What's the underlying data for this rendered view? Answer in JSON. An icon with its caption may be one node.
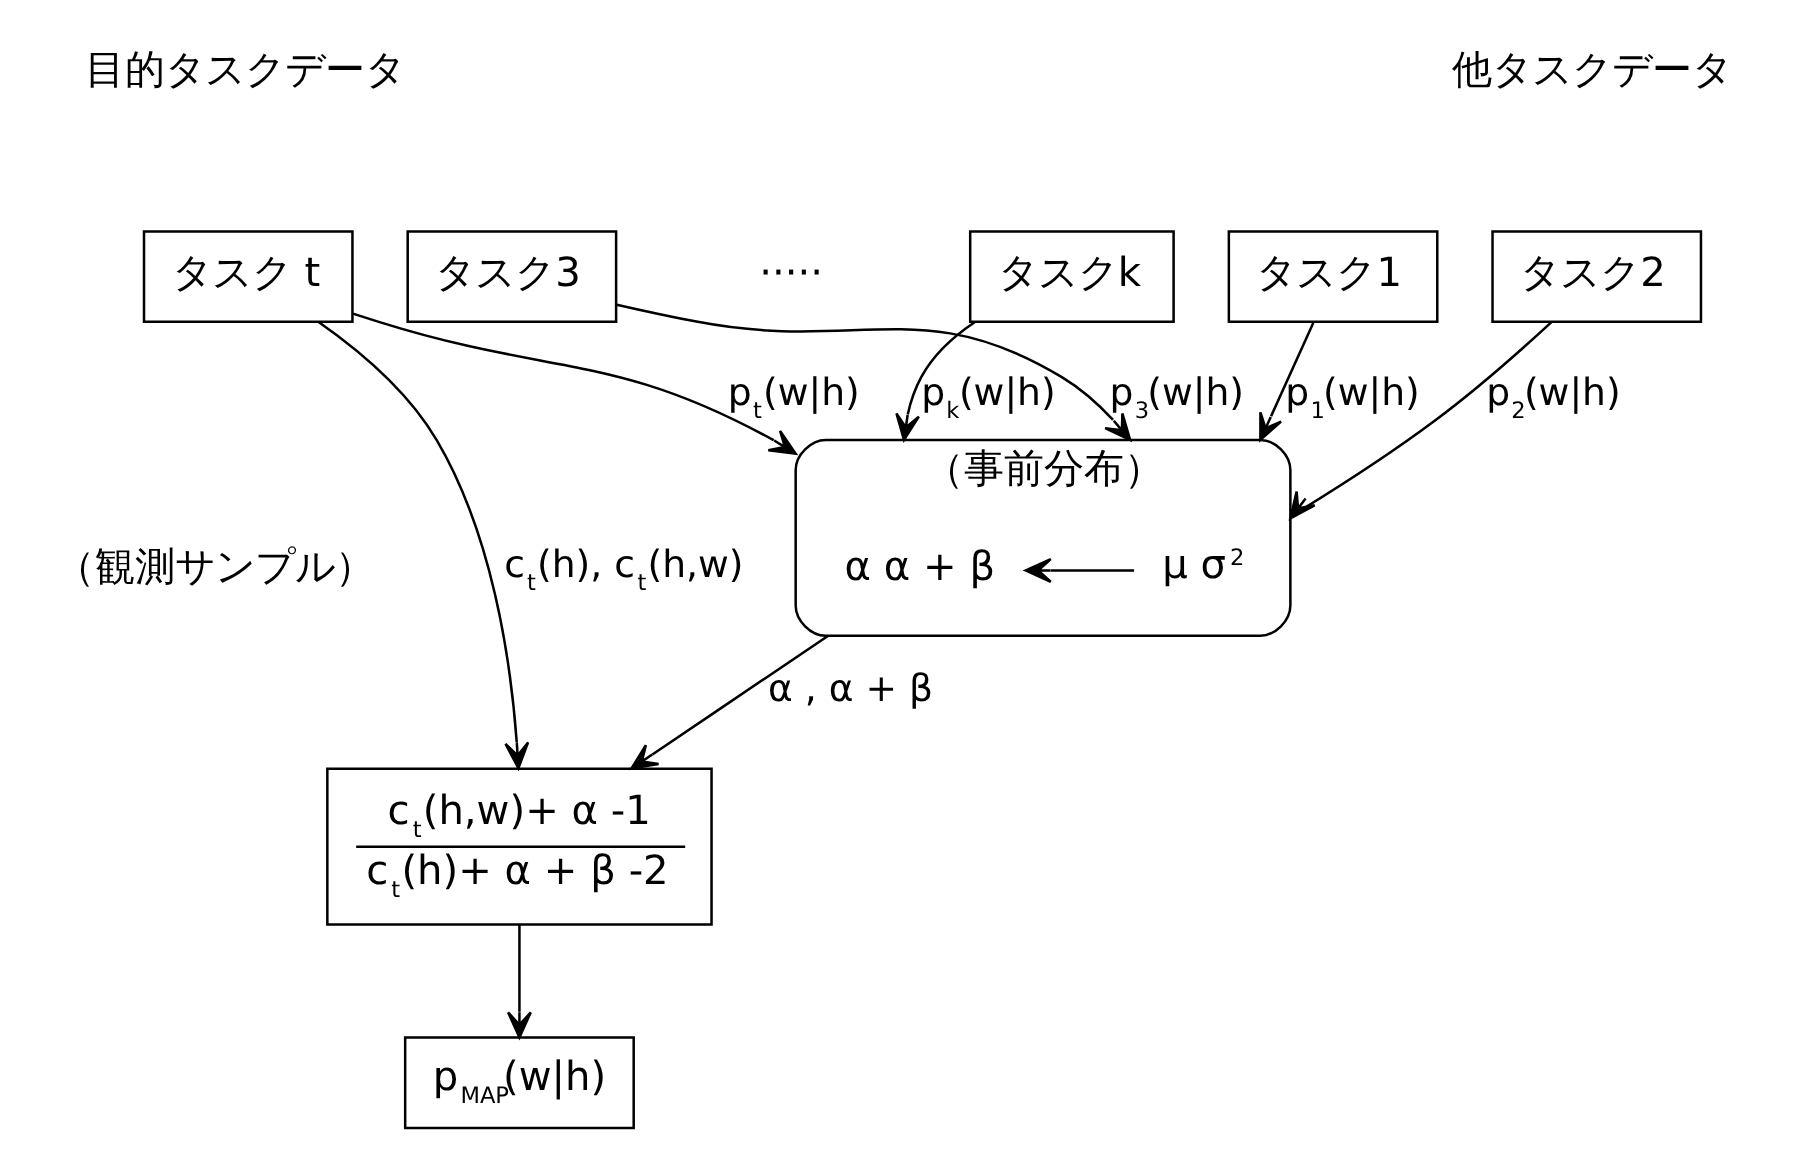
{
  "diagram": {
    "nodes": [
      {
        "text": [
          "タスク1"
        ]
      },
      {
        "text": [
          "タスク2"
        ]
      },
      {
        "text": [
          "タスク3"
        ]
      },
      {
        "text": [
          "タスクk"
        ]
      },
      {
        "text": [
          "タスク t"
        ]
      },
      {
        "text": [
          "（事前分布）"
        ]
      },
      {
        "text": [
          "μ σ$^{2}$"
        ],
        "in": 5
      },
      {
        "text": [
          "α α + β"
        ],
        "in": 5
      },
      {
        "text": [
          "c$_{t}$(h,w)+ α -1",
          "c$_{t}$(h)+ α + β -2"
        ]
      },
      {
        "text": [
          "p$_{MAP}$(w|h)"
        ]
      }
    ],
    "edges": [
      {
        "from": 0,
        "to": 6,
        "arrow": "to",
        "label": "p$_{1}$(w|h)"
      },
      {
        "from": 1,
        "to": 6,
        "arrow": "to",
        "label": "p$_{2}$(w|h)"
      },
      {
        "from": 2,
        "to": 6,
        "arrow": "to",
        "label": "p$_{3}$(w|h)"
      },
      {
        "from": 3,
        "to": 7,
        "arrow": "to",
        "label": "p$_{k}$(w|h)"
      },
      {
        "from": 4,
        "to": 7,
        "arrow": "to",
        "label": "p$_{t}$(w|h)"
      },
      {
        "from": 6,
        "to": 7,
        "arrow": "to"
      },
      {
        "from": 7,
        "to": 8,
        "arrow": "to",
        "label": "α , α + β"
      },
      {
        "from": 4,
        "to": 8,
        "arrow": "to",
        "label": "c$_{t}$(h), c$_{t}$(h,w)"
      },
      {
        "from": 8,
        "to": 9,
        "arrow": "to"
      }
    ],
    "labels": [
      "他タスクデータ",
      "目的タスクデータ",
      "·····",
      "（観測サンプル）"
    ]
  }
}
